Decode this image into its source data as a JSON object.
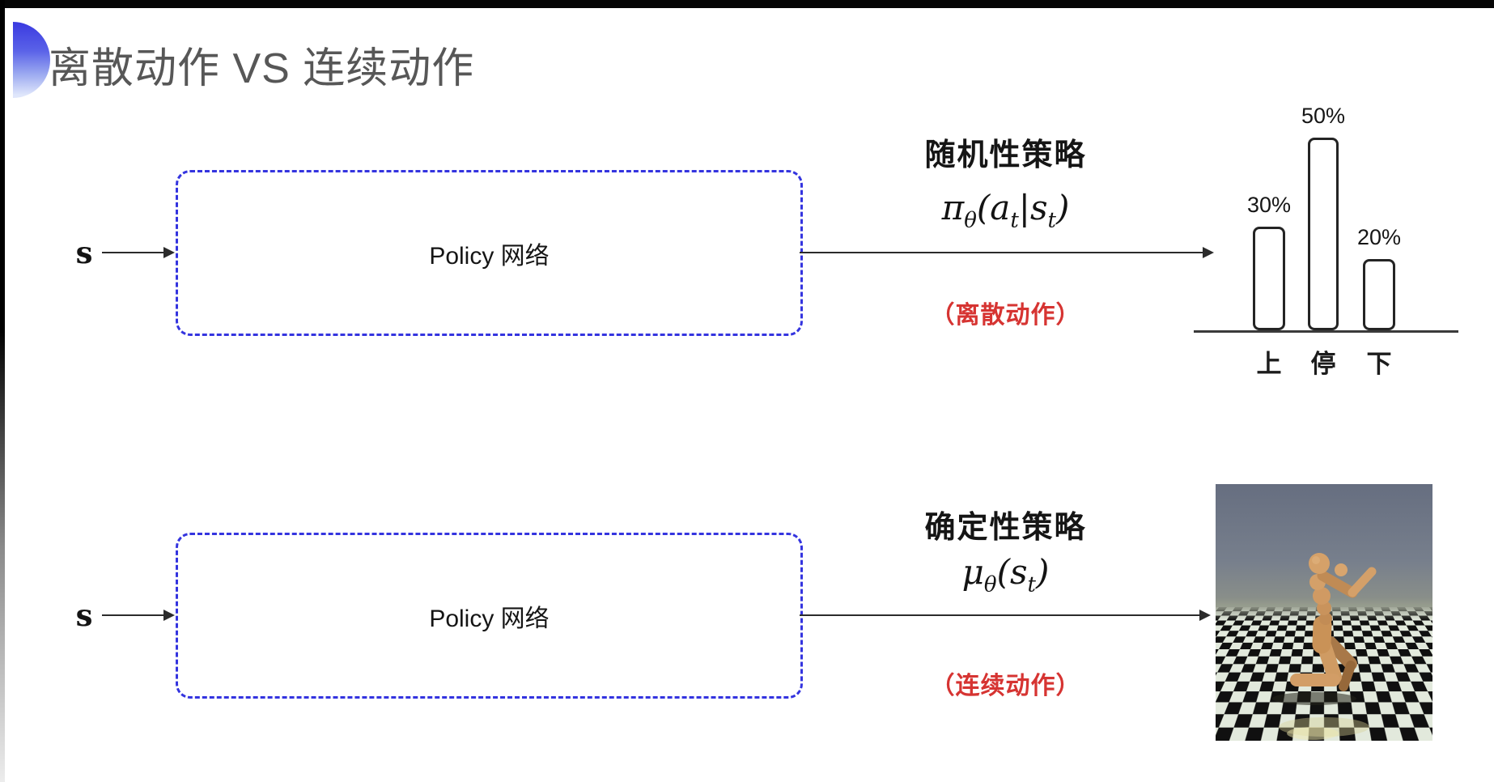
{
  "header": {
    "title": "离散动作 VS 连续动作",
    "accent_color_top": "#3a3ae0",
    "accent_color_bottom": "#dfe6fb",
    "title_color": "#575757"
  },
  "rows": {
    "stochastic": {
      "input_label": "s",
      "box_label": "Policy 网络",
      "policy_name": "随机性策略",
      "formula": {
        "base": "π",
        "base_sub": "θ",
        "open": "(",
        "arg1": "a",
        "arg1_sub": "t",
        "sep": "|",
        "arg2": "s",
        "arg2_sub": "t",
        "close": ")"
      },
      "action_note": "（离散动作）",
      "note_color": "#d63432"
    },
    "deterministic": {
      "input_label": "s",
      "box_label": "Policy 网络",
      "policy_name": "确定性策略",
      "formula": {
        "base": "μ",
        "base_sub": "θ",
        "open": "(",
        "arg1": "s",
        "arg1_sub": "t",
        "close": ")"
      },
      "action_note": "（连续动作）",
      "note_color": "#d63432"
    }
  },
  "style": {
    "box_border_color": "#3434df",
    "arrow_color": "#2b2b2b"
  },
  "chart_data": {
    "type": "bar",
    "categories": [
      "上",
      "停",
      "下"
    ],
    "values": [
      30,
      50,
      20
    ],
    "value_labels": [
      "30%",
      "50%",
      "20%"
    ],
    "title": "",
    "xlabel": "",
    "ylabel": "",
    "ylim": [
      0,
      55
    ],
    "grid": false,
    "legend": "none",
    "bar_fill": "#ffffff",
    "bar_border": "#242424",
    "baseline_color": "#3a3a3a",
    "bar_pixel_heights": [
      128,
      238,
      88
    ]
  },
  "simulation_image": {
    "alt": "humanoid robot kneeling on checkerboard floor",
    "sky_top": "#666e80",
    "sky_horizon": "#95998c",
    "tile_light": "#e2e9dc",
    "tile_dark": "#101010",
    "body_color": "#d4a069"
  }
}
